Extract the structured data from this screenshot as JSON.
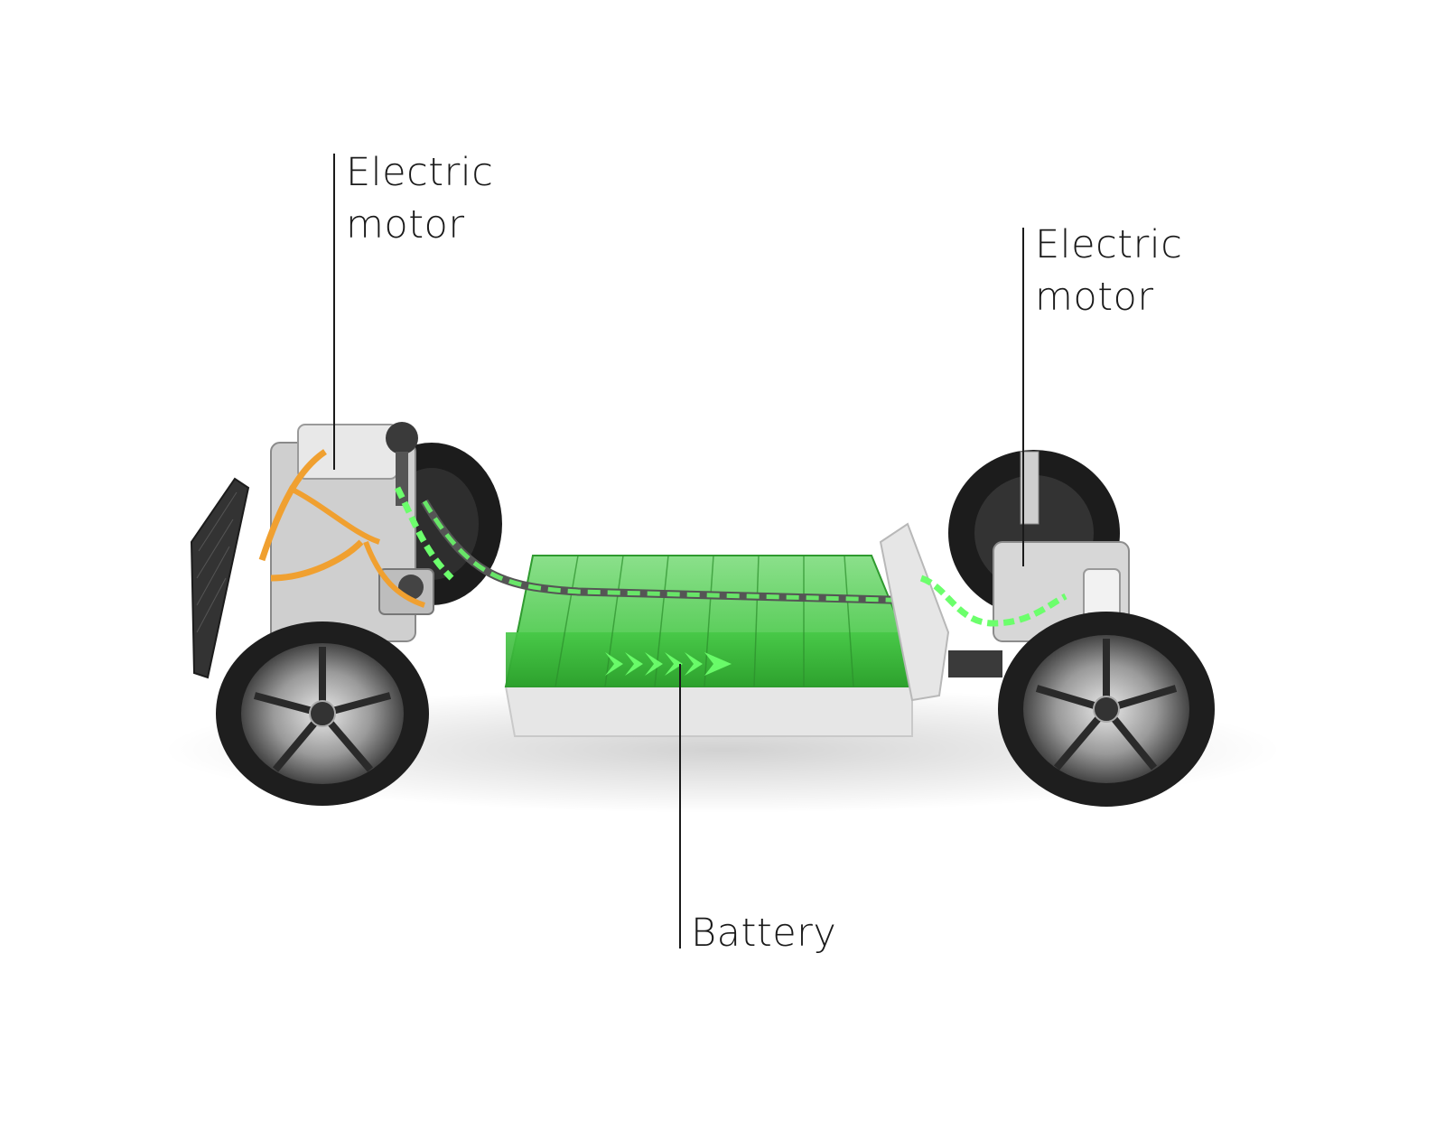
{
  "labels": {
    "front_motor": {
      "line1": "Electric",
      "line2": "motor"
    },
    "rear_motor": {
      "line1": "Electric",
      "line2": "motor"
    },
    "battery": {
      "text": "Battery"
    }
  },
  "colors": {
    "battery_green": "#3cc23c",
    "battery_green_light": "#8be08b",
    "cable_orange": "#f0a030",
    "tire": "#222222",
    "frame_silver": "#d9d9d9",
    "leader_line": "#1a1a1a"
  }
}
